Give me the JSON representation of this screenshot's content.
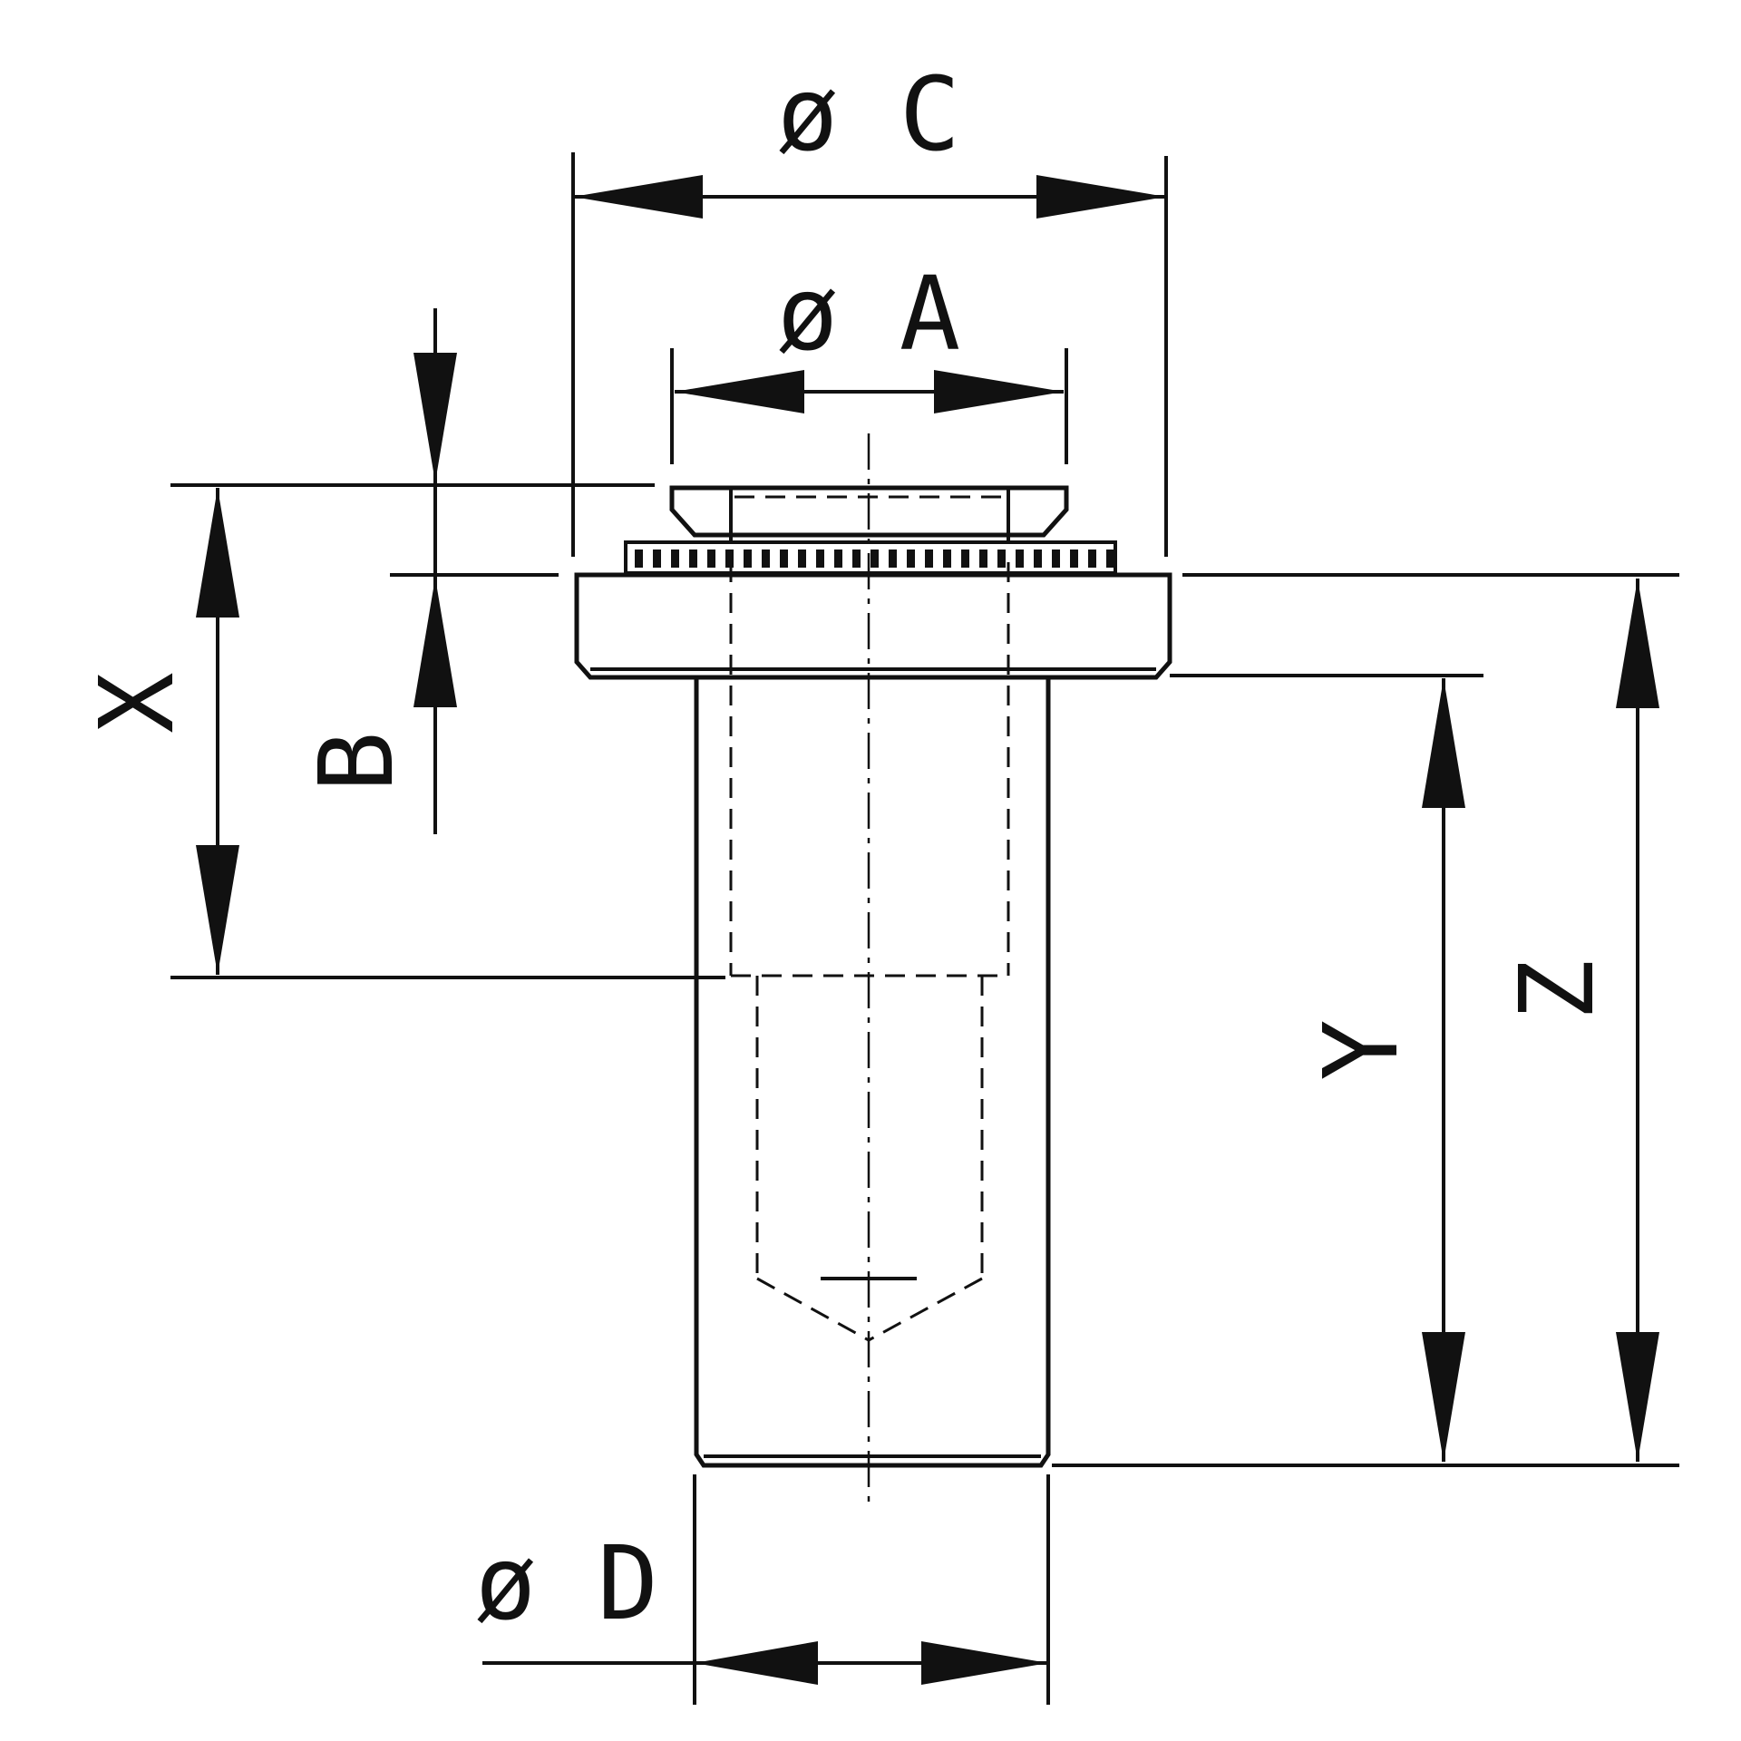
{
  "diagram": {
    "labels": {
      "dia_c": "ø C",
      "dia_a": "ø A",
      "dia_d": "ø D",
      "x": "X",
      "b": "B",
      "y": "Y",
      "z": "Z"
    },
    "colors": {
      "line": "#111111",
      "background": "#ffffff"
    }
  }
}
